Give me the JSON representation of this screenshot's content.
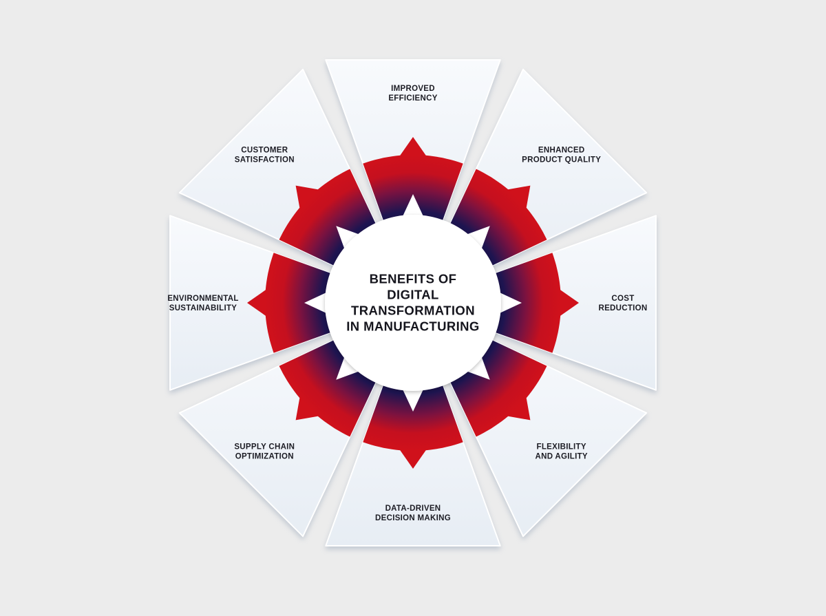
{
  "center": {
    "title_lines": [
      "BENEFITS OF",
      "DIGITAL",
      "TRANSFORMATION",
      "IN MANUFACTURING"
    ]
  },
  "segments": [
    {
      "lines": [
        "IMPROVED",
        "EFFICIENCY"
      ]
    },
    {
      "lines": [
        "ENHANCED",
        "PRODUCT QUALITY"
      ]
    },
    {
      "lines": [
        "COST",
        "REDUCTION"
      ]
    },
    {
      "lines": [
        "FLEXIBILITY",
        "AND AGILITY"
      ]
    },
    {
      "lines": [
        "DATA-DRIVEN",
        "DECISION MAKING"
      ]
    },
    {
      "lines": [
        "SUPPLY CHAIN",
        "OPTIMIZATION"
      ]
    },
    {
      "lines": [
        "ENVIRONMENTAL",
        "SUSTAINABILITY"
      ]
    },
    {
      "lines": [
        "CUSTOMER",
        "SATISFACTION"
      ]
    }
  ],
  "colors": {
    "background": "#ececec",
    "ring_outer": "#d0111b",
    "ring_inner": "#1d1450",
    "panel": "#f4f7fb",
    "text": "#1c1c24"
  }
}
